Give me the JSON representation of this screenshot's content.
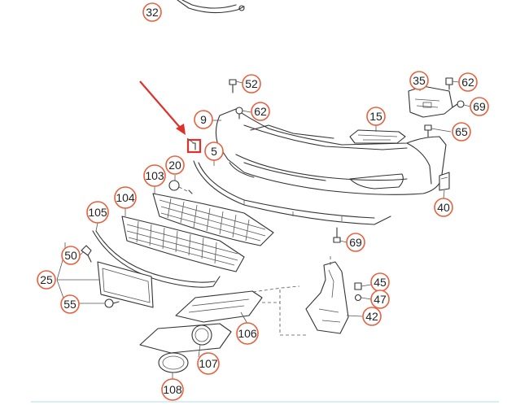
{
  "diagram": {
    "colors": {
      "callout_stroke": "#e8603c",
      "arrow": "#e0302a",
      "highlight_box": "#e0302a",
      "line": "#333333"
    },
    "callouts": [
      {
        "id": "c32",
        "label": "32"
      },
      {
        "id": "c52",
        "label": "52"
      },
      {
        "id": "c35",
        "label": "35"
      },
      {
        "id": "c62a",
        "label": "62"
      },
      {
        "id": "c62b",
        "label": "62"
      },
      {
        "id": "c69a",
        "label": "69"
      },
      {
        "id": "c9",
        "label": "9"
      },
      {
        "id": "c15",
        "label": "15"
      },
      {
        "id": "c65",
        "label": "65"
      },
      {
        "id": "c5",
        "label": "5"
      },
      {
        "id": "c20",
        "label": "20"
      },
      {
        "id": "c103",
        "label": "103"
      },
      {
        "id": "c40",
        "label": "40"
      },
      {
        "id": "c104",
        "label": "104"
      },
      {
        "id": "c105",
        "label": "105"
      },
      {
        "id": "c69b",
        "label": "69"
      },
      {
        "id": "c50",
        "label": "50"
      },
      {
        "id": "c25",
        "label": "25"
      },
      {
        "id": "c45",
        "label": "45"
      },
      {
        "id": "c47",
        "label": "47"
      },
      {
        "id": "c55",
        "label": "55"
      },
      {
        "id": "c42",
        "label": "42"
      },
      {
        "id": "c106",
        "label": "106"
      },
      {
        "id": "c107",
        "label": "107"
      },
      {
        "id": "c108",
        "label": "108"
      }
    ]
  }
}
